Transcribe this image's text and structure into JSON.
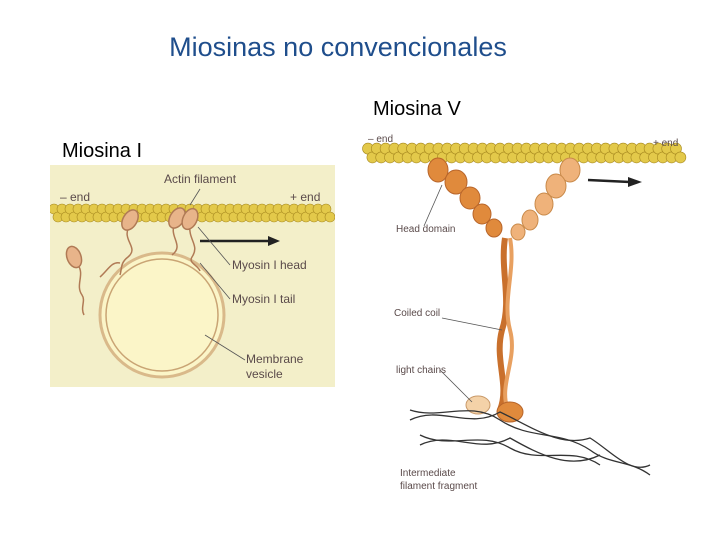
{
  "title": "Miosinas no convencionales",
  "panel_left": {
    "label": "Miosina I",
    "minus_end": "– end",
    "plus_end": "+ end",
    "actin_filament": "Actin filament",
    "myosin_head": "Myosin I head",
    "myosin_tail": "Myosin I tail",
    "membrane_line1": "Membrane",
    "membrane_line2": "vesicle"
  },
  "panel_right": {
    "label": "Miosina V",
    "minus_end": "– end",
    "plus_end": "+ end",
    "head_domain": "Head domain",
    "coiled_coil": "Coiled coil",
    "light_chain": "light chains",
    "intermediate_line1": "Intermediate",
    "intermediate_line2": "filament fragment"
  },
  "colors": {
    "title": "#1f4e8c",
    "actin_bead": "#e3c94a",
    "panel_bg": "#f3efc9",
    "vesicle_fill": "#fbf5c8",
    "myosin_i": "#e8b48a",
    "myosin_v": "#e08a3c"
  }
}
